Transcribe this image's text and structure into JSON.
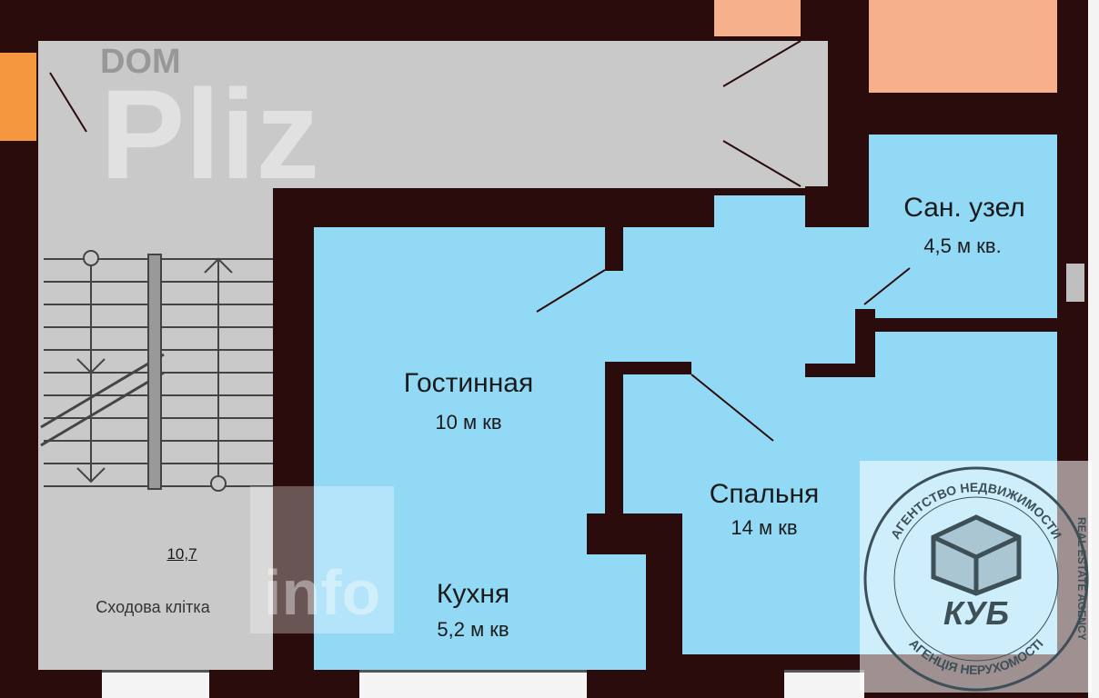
{
  "rooms": {
    "living": {
      "name": "Гостинная",
      "area": "10 м кв"
    },
    "kitchen": {
      "name": "Кухня",
      "area": "5,2 м кв"
    },
    "bathroom": {
      "name": "Сан. узел",
      "area": "4,5 м кв."
    },
    "bedroom": {
      "name": "Спальня",
      "area": "14 м кв"
    },
    "stairwell": {
      "name": "Сходова клітка",
      "area": "10,7"
    }
  },
  "watermark": {
    "top": "DOM",
    "main": "Pliz",
    "suffix": "info"
  },
  "stamp": {
    "top_text": "АГЕНТСТВО НЕДВИЖИМОСТИ",
    "right_text": "REAL ESTATE AGENCY",
    "bottom_text": "АГЕНЦІЯ НЕРУХОМОСТІ",
    "logo": "КУБ"
  },
  "colors": {
    "wall": "#2a0c0c",
    "corridor": "#c9c9c9",
    "room": "#92d9f6",
    "neighbor": "#f7b08c"
  }
}
